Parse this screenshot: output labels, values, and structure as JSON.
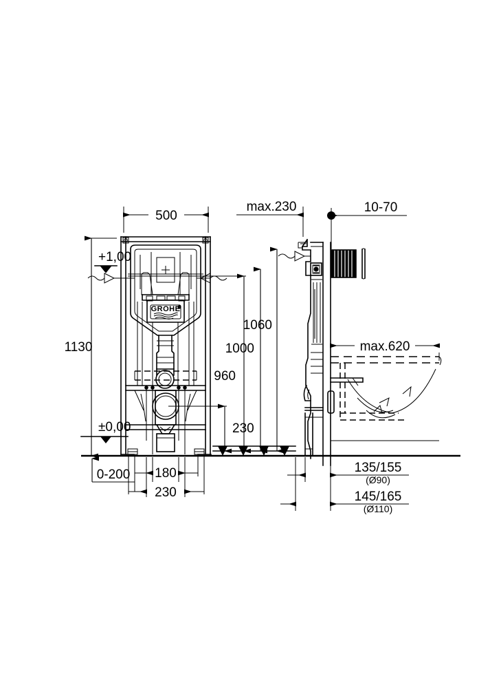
{
  "drawing": {
    "kind": "technical-dimension-drawing",
    "subject": "Concealed WC installation frame / cistern element with wall-hung pan",
    "brand_logo_text": "GROHE",
    "background_color": "#ffffff",
    "line_color": "#000000"
  },
  "dimensions": {
    "width_top": "500",
    "height_left": "1130",
    "max_depth_top": "max.230",
    "plate_offset": "10-70",
    "bowl_projection": "max.620",
    "vertical_1060": "1060",
    "vertical_1000": "1000",
    "vertical_960": "960",
    "vertical_230": "230",
    "foot_adjust": "0-200",
    "base_180": "180",
    "base_230": "230",
    "outlet_90": "135/155",
    "outlet_90_dia": "(Ø90)",
    "outlet_110": "145/165",
    "outlet_110_dia": "(Ø110)"
  },
  "levels": {
    "upper_level": "+1,00",
    "datum_level": "±0,00"
  },
  "symbols": {
    "break_symbol": "break-line-symbol",
    "level_triangle": "level-datum-triangle",
    "center_dot": "centerline-dot",
    "ground_hatch": "ground-hatch-arrows"
  },
  "views": {
    "front": "front-elevation-frame-cistern",
    "side": "side-elevation-frame-with-pan"
  }
}
